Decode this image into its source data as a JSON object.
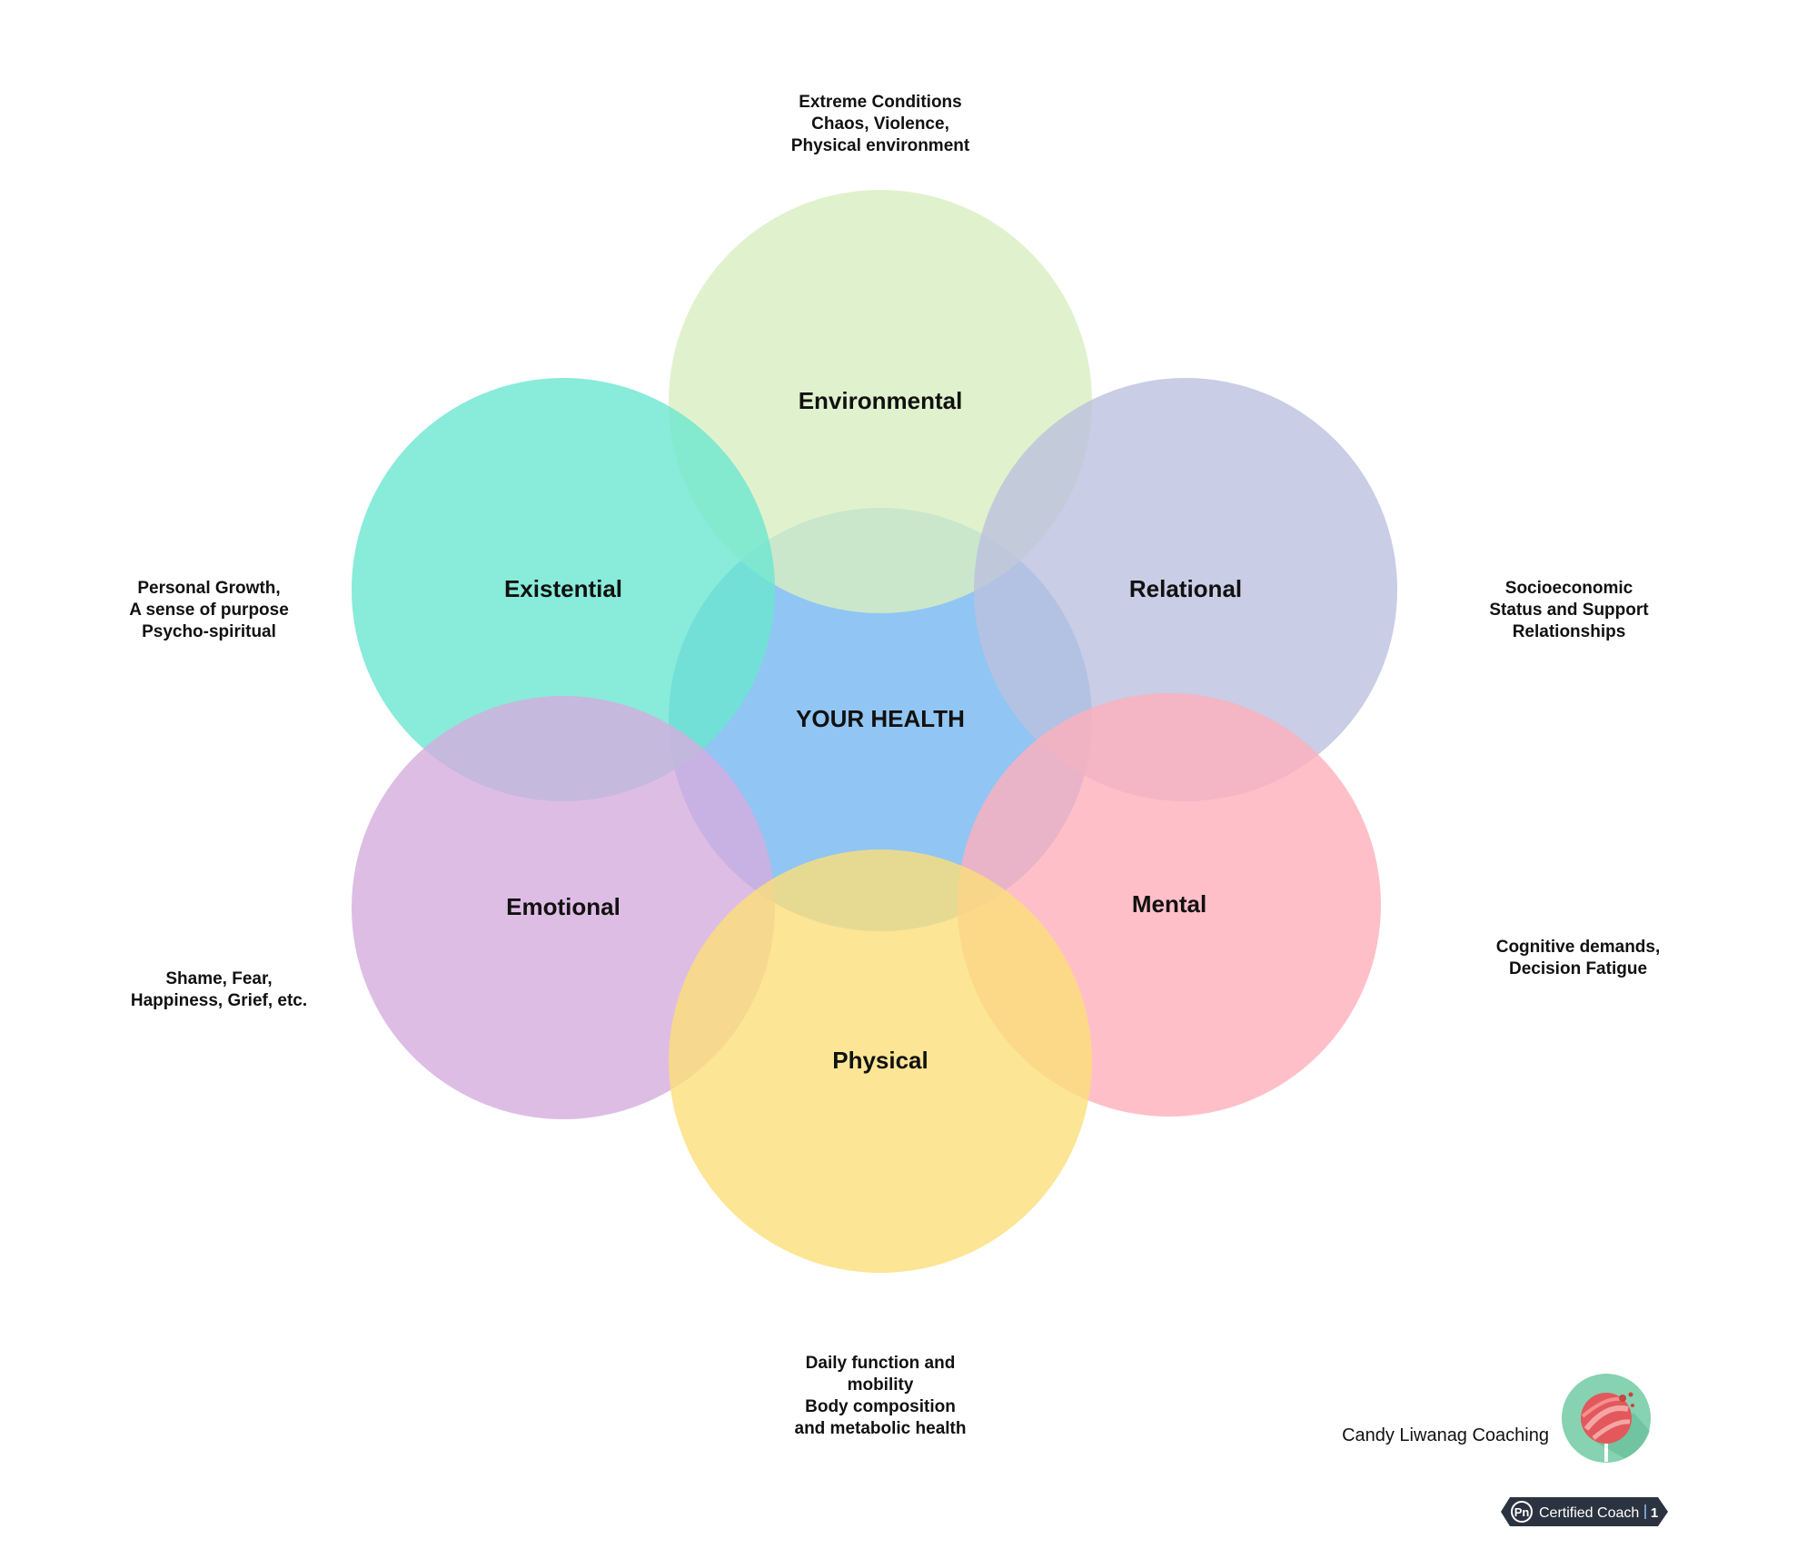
{
  "center": {
    "label": "YOUR HEALTH",
    "color": "#76b6f0"
  },
  "circles": [
    {
      "id": "environmental",
      "label": "Environmental",
      "color": "#d8efc1",
      "description": [
        "Extreme Conditions",
        "Chaos, Violence,",
        "Physical environment"
      ]
    },
    {
      "id": "existential",
      "label": "Existential",
      "color": "#6ce6d0",
      "description": [
        "Personal Growth,",
        "A sense of purpose",
        "Psycho-spiritual"
      ]
    },
    {
      "id": "relational",
      "label": "Relational",
      "color": "#bcc0de",
      "description": [
        "Socioeconomic",
        "Status and Support",
        "Relationships"
      ]
    },
    {
      "id": "emotional",
      "label": "Emotional",
      "color": "#d6acdf",
      "description": [
        "Shame, Fear,",
        "Happiness, Grief, etc."
      ]
    },
    {
      "id": "mental",
      "label": "Mental",
      "color": "#ffafbc",
      "description": [
        "Cognitive demands,",
        "Decision Fatigue"
      ]
    },
    {
      "id": "physical",
      "label": "Physical",
      "color": "#fbde79",
      "description": [
        "Daily function and",
        "mobility",
        "Body composition",
        "and metabolic health"
      ]
    }
  ],
  "branding": {
    "name": "Candy Liwanag Coaching",
    "logo_icon": "lollipop-icon",
    "badge": {
      "mark": "Pn",
      "label": "Certified Coach",
      "level": "1"
    }
  }
}
